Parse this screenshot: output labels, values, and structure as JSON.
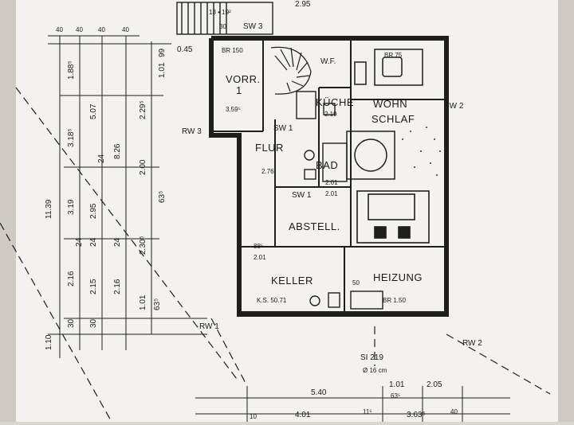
{
  "rooms": {
    "vorr": "VORR.",
    "vorr_num": "1",
    "flur": "FLUR",
    "kueche": "KÜCHE",
    "wohn": "WOHN",
    "schlaf": "SCHLAF",
    "bad": "BAD",
    "abstell": "ABSTELL.",
    "keller": "KELLER",
    "heizung": "HEIZUNG",
    "wf": "W.F."
  },
  "openings": {
    "rw1": "RW 1",
    "rw2": "RW 2",
    "rw3": "RW 3",
    "sw1": "SW 1",
    "sw1b": "SW 1",
    "sw2": "SW 2",
    "sw3": "SW 3",
    "si": "SI 219"
  },
  "top_dims": {
    "stair": "13 • 19²",
    "d295": "2.95",
    "d30": "30"
  },
  "left_dims": {
    "col1": [
      "11.39",
      "1.10"
    ],
    "col2": [
      "1.88⁵",
      "3.18⁵",
      "3.19",
      "2.16",
      "30"
    ],
    "col3": [
      "5.07",
      "2.95",
      "24",
      "2.15",
      "30"
    ],
    "col4": [
      "8.26",
      "2.16",
      "24"
    ],
    "col5": [
      "2.29⁵",
      "2.00",
      "2.30⁵",
      "1.01",
      "63⁵"
    ],
    "top": [
      "40",
      "40",
      "40",
      "40"
    ],
    "misc": [
      "0.45",
      "99",
      "1.01",
      "63⁵",
      "24",
      "24"
    ]
  },
  "bottom_dims": {
    "a": "5.40",
    "b": "1.01",
    "c": "2.05",
    "d": "4.01",
    "e": "3.63⁵",
    "f": "11⁵",
    "g": "63⁵",
    "h": "40",
    "i": "10",
    "slab": "Ø 16 cm"
  },
  "room_dims": {
    "vorr": "3.59⁵",
    "kueche_a": "2.19",
    "flur_a": "2.76",
    "abst_a": "2.01",
    "bad_a": "2.01",
    "keller_a": "88⁵",
    "keller_b": "2.01",
    "keller_c": "K.S. 50.71",
    "heiz_a": "BR 1.50",
    "heiz_b": "50",
    "br75": "BR 75",
    "br150": "BR 150"
  }
}
